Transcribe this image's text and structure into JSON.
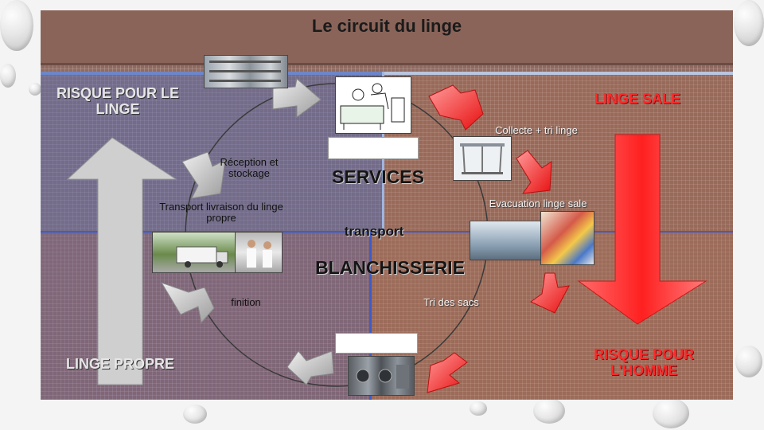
{
  "slide": {
    "title": "Le circuit du linge",
    "corners": {
      "risk_linen": "RISQUE POUR LE LINGE",
      "dirty_linen": "LINGE SALE",
      "clean_linen": "LINGE PROPRE",
      "risk_human": "RISQUE POUR L'HOMME"
    },
    "centers": {
      "services": "SERVICES",
      "transport": "transport",
      "laundry": "BLANCHISSERIE"
    },
    "steps": {
      "collect_sort": "Collecte + tri linge",
      "dirty_evacuation": "Evacuation linge sale",
      "bag_sorting": "Tri des sacs",
      "finishing": "finition",
      "clean_delivery": "Transport livraison du linge propre",
      "reception_storage": "Réception et stockage"
    }
  },
  "colors": {
    "red_arrow": "#ff3b3b",
    "grey_arrow": "#c9c9c9",
    "risk_text": "#ff2a2a"
  }
}
